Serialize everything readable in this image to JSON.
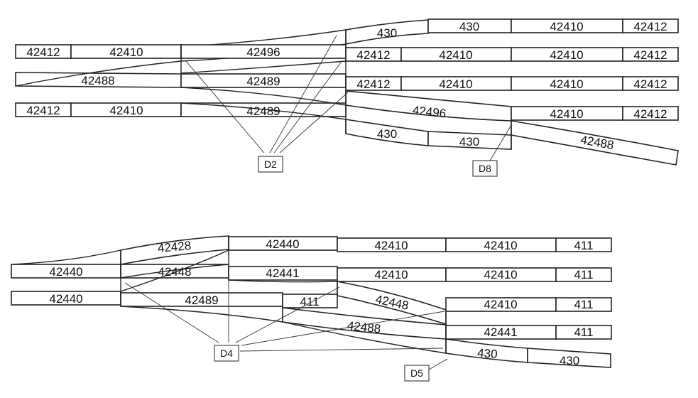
{
  "diagram": {
    "upper": {
      "row1": [
        "430",
        "430",
        "42410",
        "42412"
      ],
      "row2": [
        "42412",
        "42410",
        "42496",
        "42412",
        "42410",
        "42410",
        "42412"
      ],
      "row3": [
        "42488",
        "42489",
        "42412",
        "42410",
        "42410",
        "42412"
      ],
      "row4": [
        "42412",
        "42410",
        "42489",
        "42496",
        "42410",
        "42412"
      ],
      "row5": [
        "430",
        "430",
        "42488"
      ],
      "tags": [
        "D2",
        "D8"
      ]
    },
    "lower": {
      "row1": [
        "42428",
        "42440",
        "42410",
        "42410",
        "411"
      ],
      "row2": [
        "42440",
        "42448",
        "42441",
        "42410",
        "42410",
        "411"
      ],
      "row3": [
        "42440",
        "42489",
        "411",
        "42448",
        "42410",
        "411"
      ],
      "row4": [
        "42488",
        "42441",
        "411"
      ],
      "row5": [
        "430",
        "430"
      ],
      "tags": [
        "D4",
        "D5"
      ]
    }
  }
}
